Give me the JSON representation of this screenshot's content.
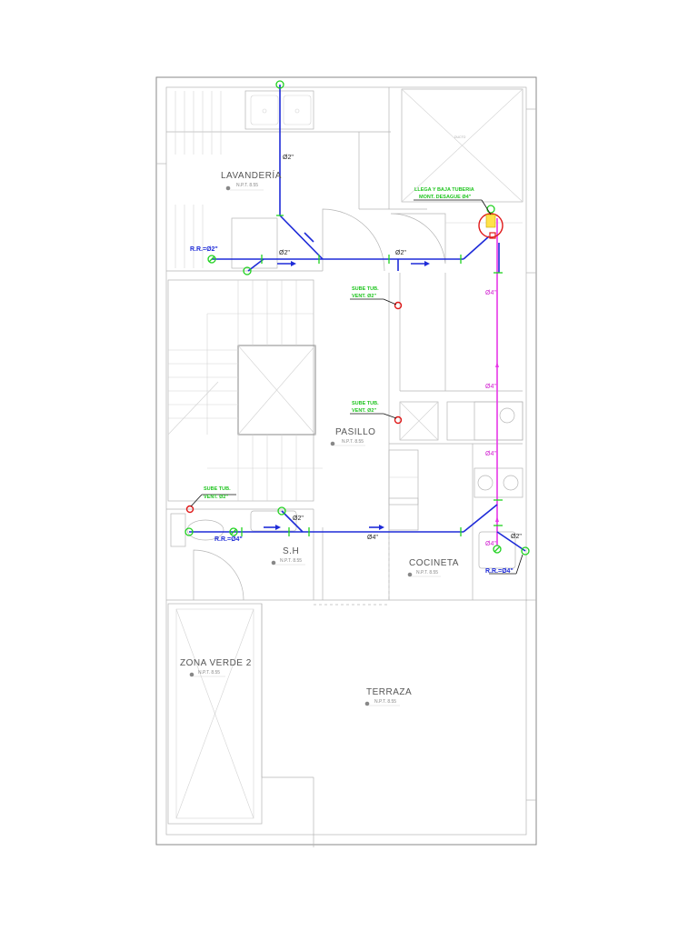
{
  "rooms": {
    "lavanderia": {
      "name": "LAVANDERÍA",
      "npt": "N.P.T. 8.55"
    },
    "pasillo": {
      "name": "PASILLO",
      "npt": "N.P.T. 8.55"
    },
    "sh": {
      "name": "S.H",
      "npt": "N.P.T. 8.55"
    },
    "cocineta": {
      "name": "COCINETA",
      "npt": "N.P.T. 8.55"
    },
    "zona_verde": {
      "name": "ZONA VERDE 2",
      "npt": "N.P.T. 8.55"
    },
    "terraza": {
      "name": "TERRAZA",
      "npt": "N.P.T. 8.55"
    }
  },
  "notes": {
    "llega_1": "LLEGA Y BAJA TUBERIA",
    "llega_2": "MONT. DESAGUE Ø4\"",
    "sube_a_1": "SUBE TUB.",
    "sube_a_2": "VENT. Ø2\"",
    "sube_b_1": "SUBE TUB.",
    "sube_b_2": "VENT. Ø2\"",
    "sube_c_1": "SUBE TUB.",
    "sube_c_2": "VENT. Ø2\""
  },
  "pipe_labels": {
    "lav_vertical": "Ø2\"",
    "lav_horizontal_1": "Ø2\"",
    "lav_horizontal_2": "Ø2\"",
    "sh_vertical": "Ø2\"",
    "sh_horizontal": "Ø4\"",
    "kitchen_right": "Ø2\"",
    "mont_1": "Ø4\"",
    "mont_2": "Ø4\"",
    "mont_3": "Ø4\"",
    "mont_4": "Ø4\""
  },
  "registers": {
    "rr_lav": "R.R.=Ø2\"",
    "rr_sh": "R.R.=Ø4\"",
    "rr_coc": "R.R.=Ø4\""
  },
  "colors": {
    "desague_pipe": "#1e2bd8",
    "montante_pipe": "#e838e8",
    "fittings": "#1fd21f",
    "vent_risers": "#e01818"
  }
}
